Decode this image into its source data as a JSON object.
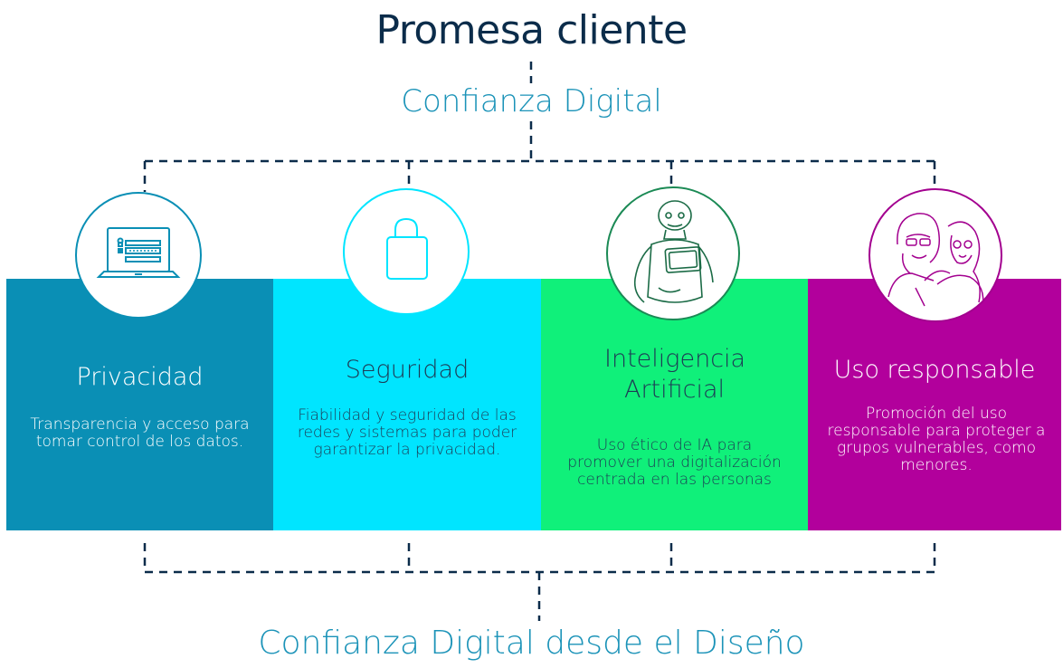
{
  "header": {
    "title": "Promesa cliente",
    "subtitle": "Confianza Digital"
  },
  "pillars": [
    {
      "title": "Privacidad",
      "description": "Transparencia y acceso para tomar control de los datos.",
      "icon": "laptop-login-icon",
      "color": "#0a8fb5"
    },
    {
      "title": "Seguridad",
      "description": "Fiabilidad y seguridad de las redes y sistemas para poder garantizar la privacidad.",
      "icon": "padlock-icon",
      "color": "#00e5ff"
    },
    {
      "title": "Inteligencia Artificial",
      "description": "Uso ético de IA para promover una digitalización centrada en las personas",
      "icon": "robot-icon",
      "color": "#10f07a"
    },
    {
      "title": "Uso responsable",
      "description": "Promoción del uso responsable para proteger a grupos vulnerables, como menores.",
      "icon": "people-icon",
      "color": "#b2009c"
    }
  ],
  "footer": {
    "title": "Confianza Digital desde el Diseño"
  }
}
